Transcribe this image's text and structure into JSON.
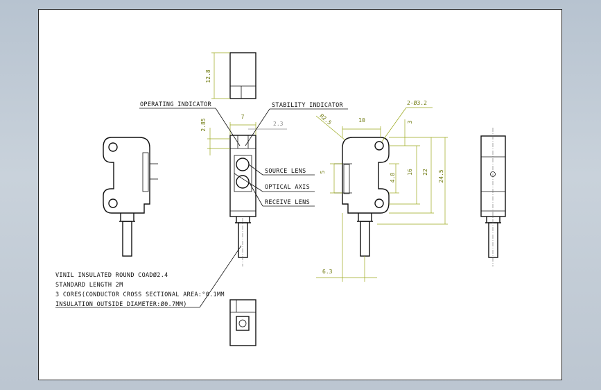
{
  "callouts": {
    "operating_indicator": "OPERATING INDICATOR",
    "stability_indicator": "STABILITY INDICATOR",
    "source_lens": "SOURCE LENS",
    "optical_axis": "OPTICAL AXIS",
    "receive_lens": "RECEIVE LENS"
  },
  "notes": [
    "VINIL INSULATED ROUND COADØ2.4",
    "STANDARD LENGTH 2M",
    "3 CORES(CONDUCTOR CROSS SECTIONAL AREA:°0.1MM",
    "INSULATION OUTSIDE DIAMETER:Ø0.7MM)"
  ],
  "dimensions": {
    "top_height": "12.8",
    "width_7": "7",
    "offset_2_3": "2.3",
    "offset_2_85": "2.85",
    "lens_5": "5",
    "radius": "R2.5",
    "holes": "2-Ø3.2",
    "w10": "10",
    "d3": "3",
    "d4_8": "4.8",
    "d16": "16",
    "d22": "22",
    "d24_5": "24.5",
    "d6_3": "6.3"
  },
  "colors": {
    "background": "#c0cad4",
    "sheet": "#ffffff",
    "dimension": "#9aa81a",
    "line": "#111111"
  }
}
